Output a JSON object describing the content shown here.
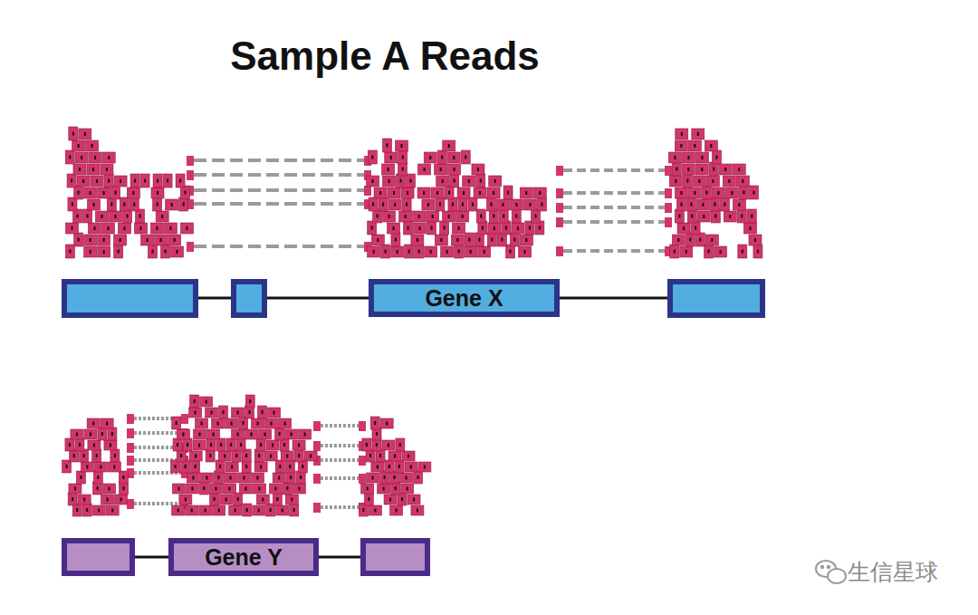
{
  "diagram": {
    "title": "Sample A Reads",
    "nodes": [
      {
        "text": [
          "Gene X"
        ]
      },
      {
        "text": [
          "Gene Y"
        ]
      }
    ],
    "labels": [
      "生信星球"
    ]
  }
}
